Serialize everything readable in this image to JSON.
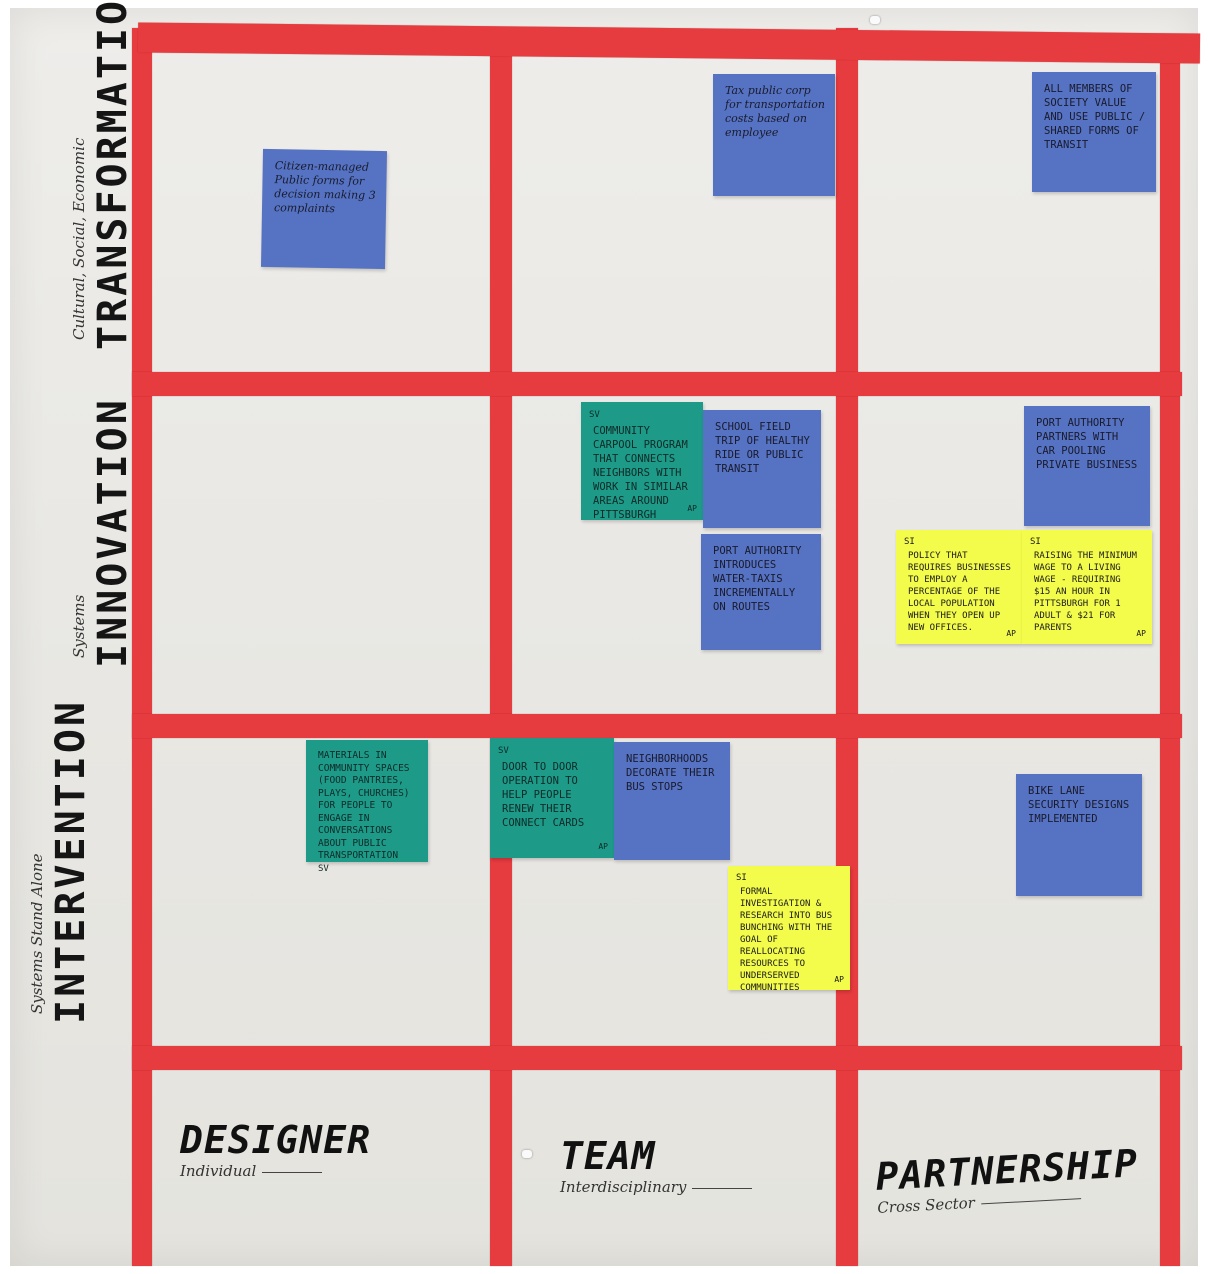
{
  "rows": [
    {
      "label": "TRANSFORMATION",
      "sublabel": "Cultural, Social, Economic"
    },
    {
      "label": "INNOVATION",
      "sublabel": "Systems"
    },
    {
      "label": "INTERVENTION",
      "sublabel": "Systems Stand Alone"
    }
  ],
  "columns": [
    {
      "label": "DESIGNER",
      "sublabel": "Individual"
    },
    {
      "label": "TEAM",
      "sublabel": "Interdisciplinary"
    },
    {
      "label": "PARTNERSHIP",
      "sublabel": "Cross Sector"
    }
  ],
  "notes": {
    "n1": {
      "text": "Citizen-managed Public forms for decision making 3 complaints"
    },
    "n2": {
      "text": "Tax public corp for transportation costs based on employee"
    },
    "n3": {
      "text": "All members of society value and use public / shared forms of transit"
    },
    "n4": {
      "tag": "Sv",
      "text": "Community carpool program that connects neighbors with work in similar areas around Pittsburgh",
      "initials": "AP"
    },
    "n5": {
      "text": "School field trip of healthy ride or public transit"
    },
    "n6": {
      "text": "Port Authority introduces water-taxis incrementally on routes"
    },
    "n7": {
      "text": "Port Authority partners with car pooling private business"
    },
    "n8": {
      "tag": "Si",
      "text": "Policy that requires businesses to employ a percentage of the local population when they open up new offices.",
      "initials": "AP"
    },
    "n9": {
      "tag": "Si",
      "text": "Raising the minimum wage to a living wage - requiring $15 an hour in Pittsburgh for 1 adult & $21 for parents",
      "initials": "AP"
    },
    "n10": {
      "text": "Materials in community spaces (food pantries, plays, churches) for people to engage in conversations about public transportation",
      "tag": "Sv"
    },
    "n11": {
      "tag": "Sv",
      "text": "Door to door operation to help people renew their connect cards",
      "initials": "AP"
    },
    "n12": {
      "text": "Neighborhoods decorate their bus stops"
    },
    "n13": {
      "text": "Bike lane security designs implemented"
    },
    "n14": {
      "tag": "Si",
      "text": "Formal investigation & research into bus bunching with the goal of reallocating resources to underserved communities",
      "initials": "AP"
    }
  },
  "colors": {
    "tape": "#e63b3f",
    "blue_note": "#5573c2",
    "teal_note": "#1e9a89",
    "yellow_note": "#f3fb4b"
  }
}
